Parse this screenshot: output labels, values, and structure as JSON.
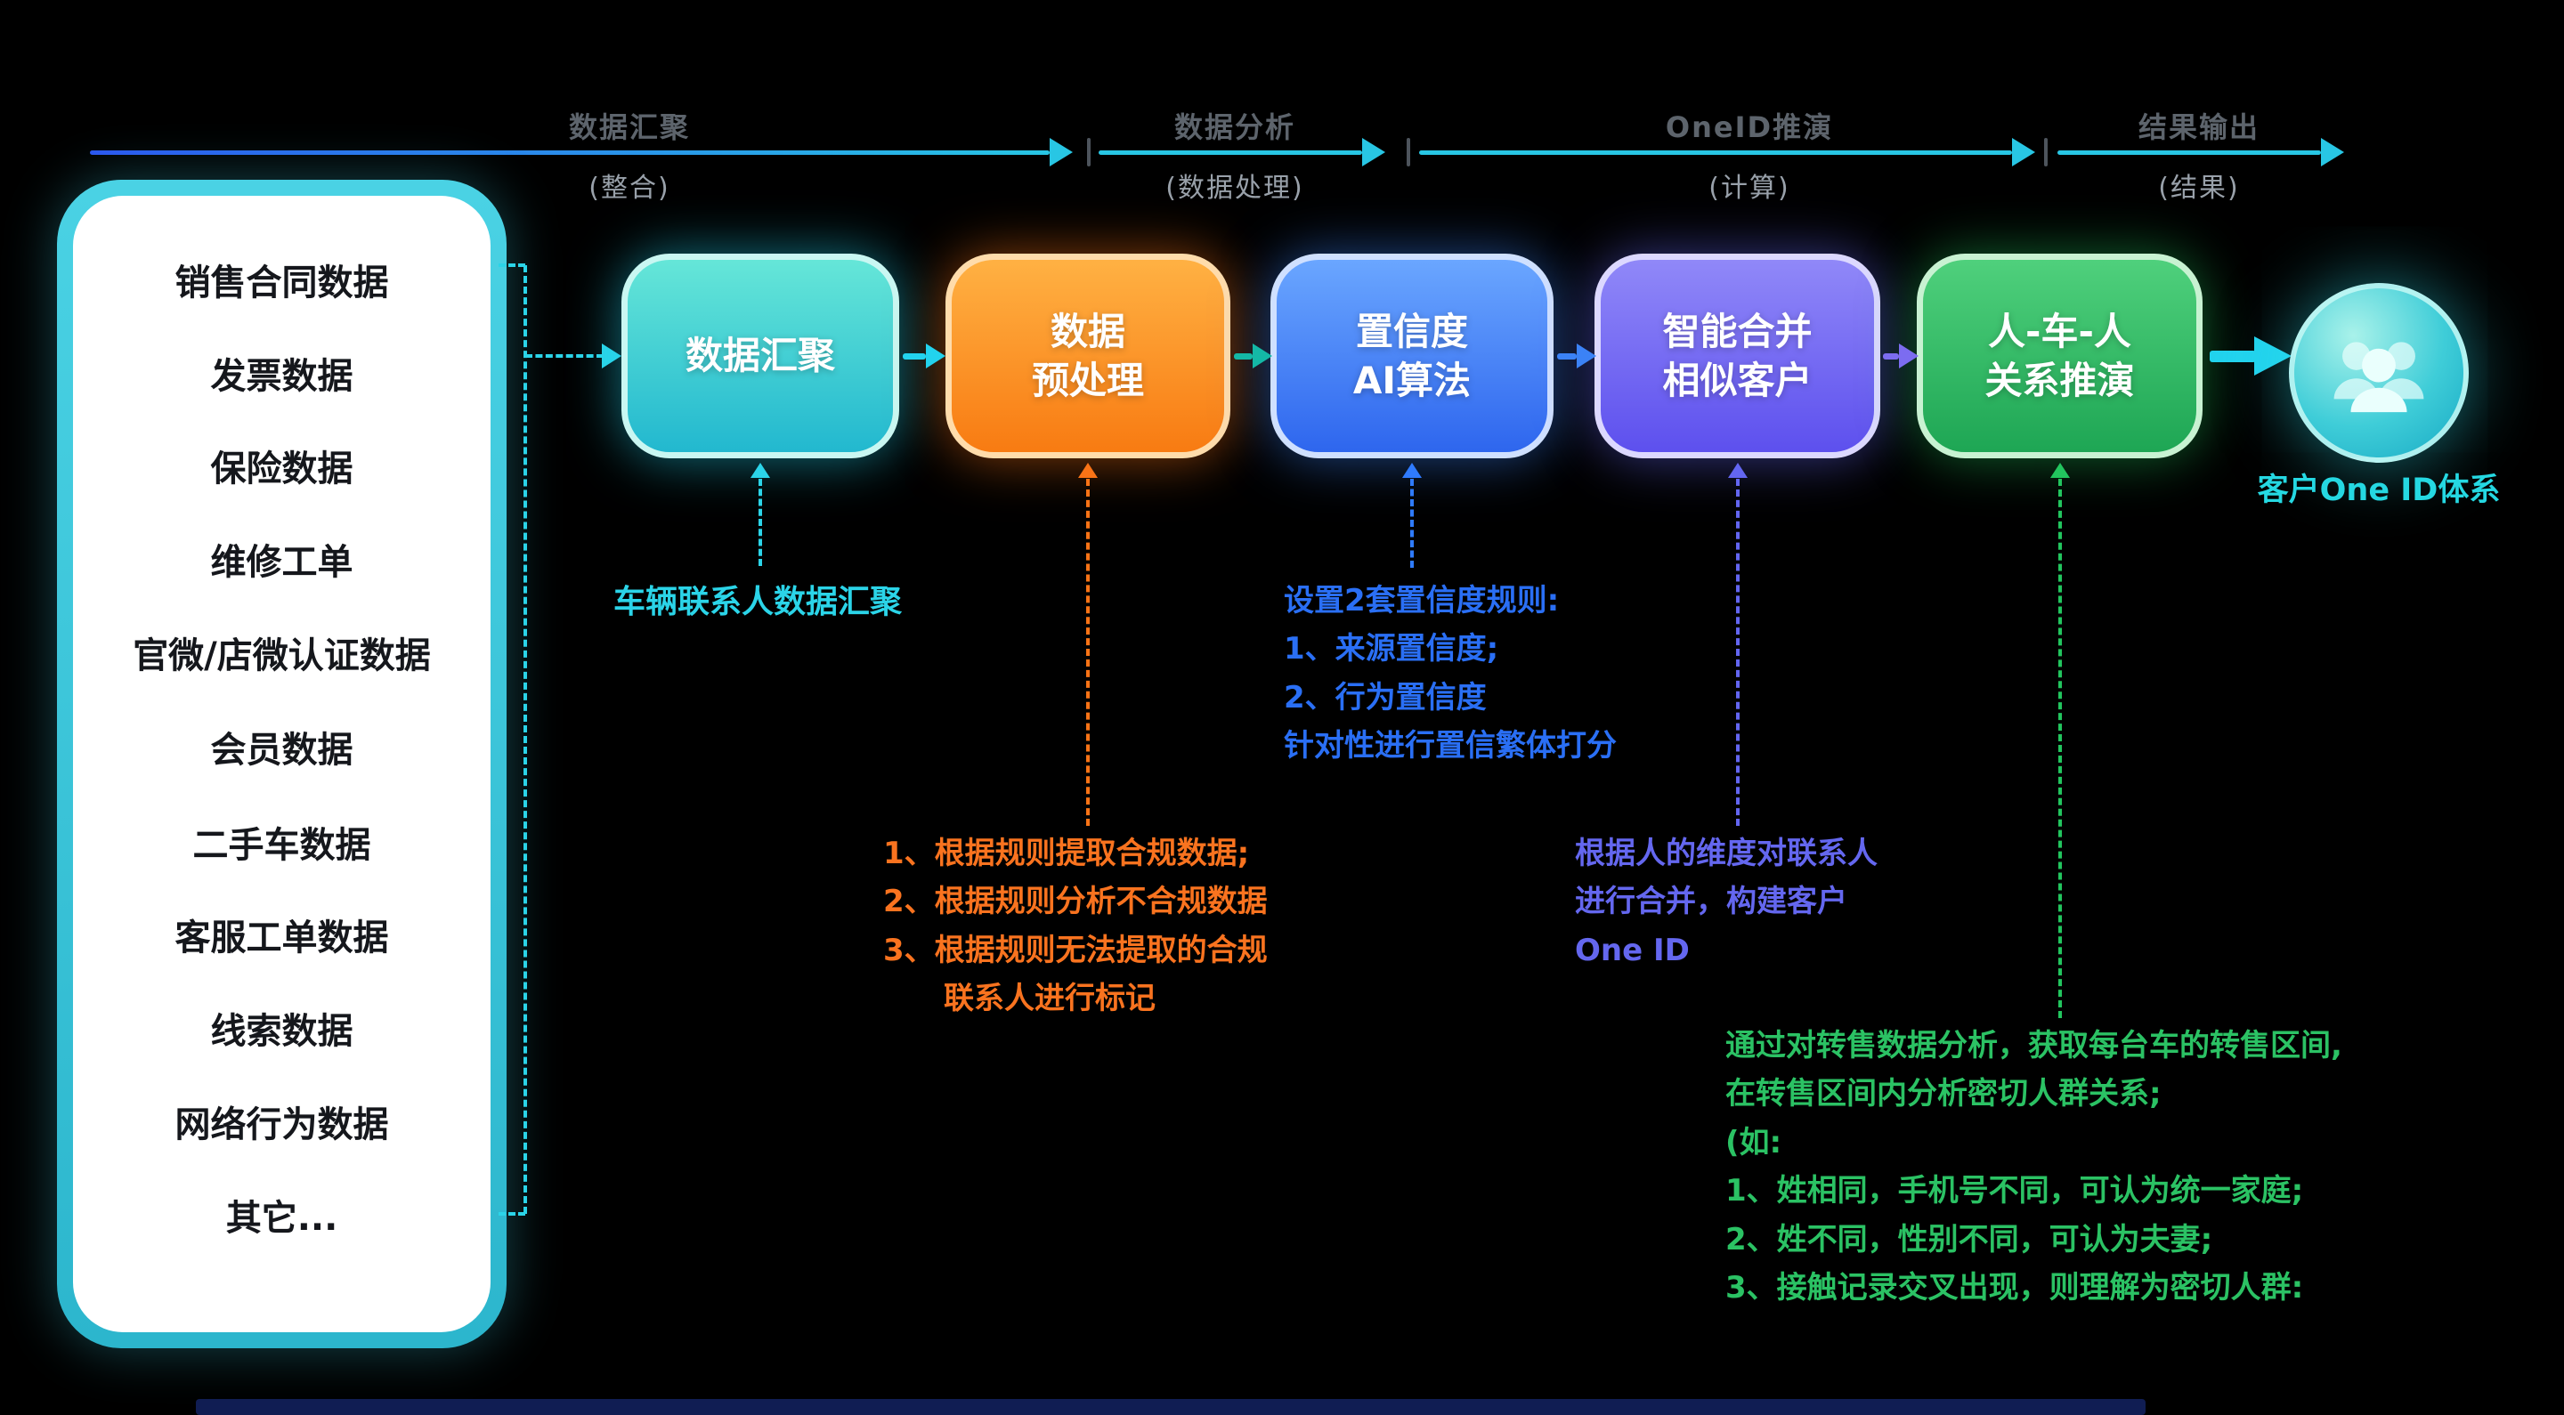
{
  "phases": [
    {
      "title": "数据汇聚",
      "subtitle": "(整合)"
    },
    {
      "title": "数据分析",
      "subtitle": "(数据处理)"
    },
    {
      "title": "OneID推演",
      "subtitle": "(计算)"
    },
    {
      "title": "结果输出",
      "subtitle": "(结果)"
    }
  ],
  "sources": {
    "items": [
      "销售合同数据",
      "发票数据",
      "保险数据",
      "维修工单",
      "官微/店微认证数据",
      "会员数据",
      "二手车数据",
      "客服工单数据",
      "线索数据",
      "网络行为数据",
      "其它..."
    ]
  },
  "steps": [
    {
      "label": "数据汇聚",
      "color": "#22c5d8"
    },
    {
      "label": "数据\n预处理",
      "color": "#f97316"
    },
    {
      "label": "置信度\nAI算法",
      "color": "#3b76f2"
    },
    {
      "label": "智能合并\n相似客户",
      "color": "#6a5cf0"
    },
    {
      "label": "人-车-人\n关系推演",
      "color": "#2db563"
    }
  ],
  "result": {
    "label": "客户One ID体系",
    "icon": "people-group-icon"
  },
  "annotations": {
    "aggregation": "车辆联系人数据汇聚",
    "preprocess": "1、根据规则提取合规数据;\n2、根据规则分析不合规数据\n3、根据规则无法提取的合规\n　　联系人进行标记",
    "confidence": "设置2套置信度规则:\n1、来源置信度;\n2、行为置信度\n针对性进行置信繁体打分",
    "merge": "根据人的维度对联系人\n进行合并，构建客户\nOne ID",
    "relation": "通过对转售数据分析，获取每台车的转售区间,\n在转售区间内分析密切人群关系;\n(如:\n1、姓相同，手机号不同，可认为统一家庭;\n2、姓不同，性别不同，可认为夫妻;\n3、接触记录交叉出现，则理解为密切人群:"
  },
  "colors": {
    "background": "#000000",
    "accent_cyan": "#22d3ee",
    "accent_orange": "#f97316",
    "accent_blue": "#2f7bff",
    "accent_indigo": "#6366f1",
    "accent_green": "#22c55e",
    "sidebar_frame": "#3cc8dc"
  }
}
